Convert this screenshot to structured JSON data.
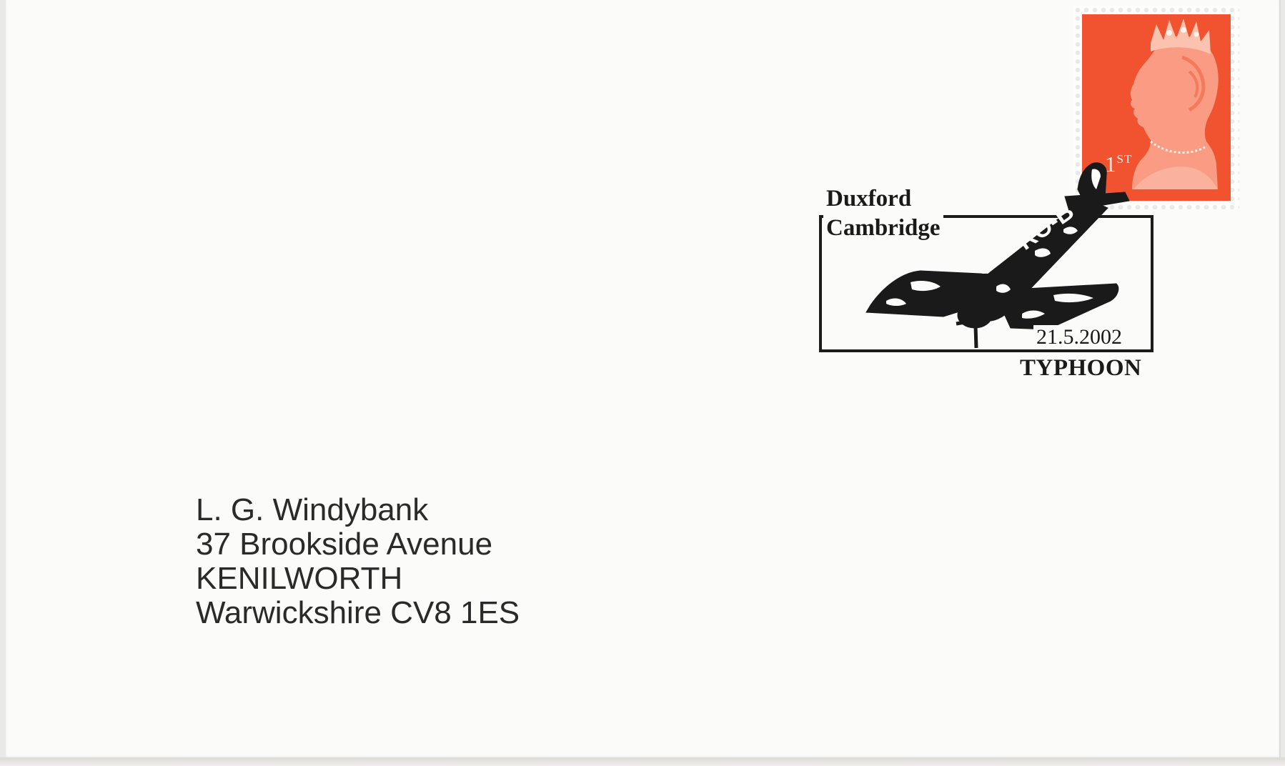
{
  "stamp": {
    "value_main": "1",
    "value_suffix": "ST",
    "color": "#f1522f"
  },
  "postmark": {
    "line1": "Duxford",
    "line2": "Cambridge",
    "date": "21.5.2002",
    "bottom": "TYPHOON",
    "aircraft_code": "RO-B"
  },
  "address": {
    "name": "L. G. Windybank",
    "street": "37 Brookside Avenue",
    "town": "KENILWORTH",
    "county_postcode": "Warwickshire CV8 1ES"
  }
}
